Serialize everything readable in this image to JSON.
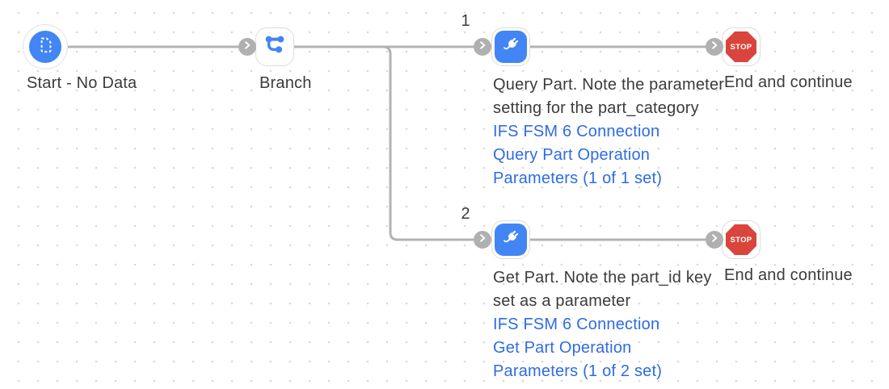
{
  "flow": {
    "start": {
      "label": "Start - No Data",
      "icon": "document-dashed-icon"
    },
    "branch": {
      "label": "Branch",
      "icon": "branch-icon"
    },
    "paths": [
      {
        "index": "1",
        "step": {
          "icon": "plug-icon",
          "description_lines": [
            "Query Part. Note the parameter",
            "setting for the part_category"
          ],
          "links": [
            "IFS FSM 6 Connection",
            "Query Part Operation",
            "Parameters (1 of 1 set)"
          ]
        },
        "end": {
          "stop_text": "STOP",
          "label": "End and continue"
        }
      },
      {
        "index": "2",
        "step": {
          "icon": "plug-icon",
          "description_lines": [
            "Get Part. Note the part_id key",
            "set as a parameter"
          ],
          "links": [
            "IFS FSM 6 Connection",
            "Get Part Operation",
            "Parameters (1 of 2 set)"
          ]
        },
        "end": {
          "stop_text": "STOP",
          "label": "End and continue"
        }
      }
    ]
  },
  "colors": {
    "node_blue": "#4285f4",
    "stop_red": "#d9453c",
    "link_blue": "#2d6ce5",
    "connector_gray": "#b3b3b3",
    "text_dark": "#3b3b3b",
    "grid_dot": "#d9d9d9"
  }
}
